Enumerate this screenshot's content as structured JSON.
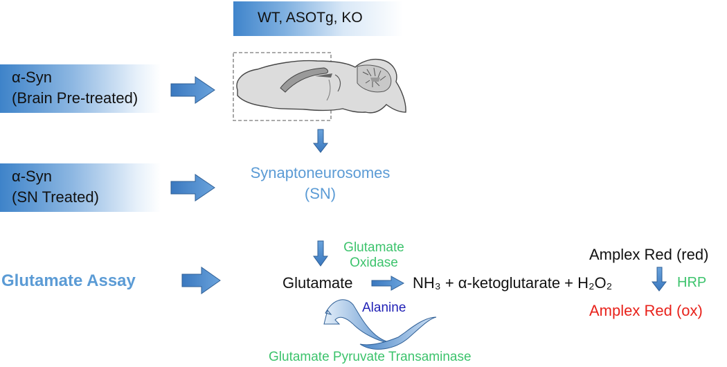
{
  "header": {
    "label": "WT, ASOTg, KO"
  },
  "rows": {
    "brain_pretreated": {
      "line1": "α-Syn",
      "line2": "(Brain Pre-treated)"
    },
    "sn_treated": {
      "line1": "α-Syn",
      "line2": "(SN Treated)"
    },
    "assay": {
      "label": "Glutamate Assay"
    }
  },
  "synaptoneurosomes": {
    "line1": "Synaptoneurosomes",
    "line2": "(SN)"
  },
  "reaction": {
    "enzyme_line1": "Glutamate",
    "enzyme_line2": "Oxidase",
    "substrate": "Glutamate",
    "products": "NH₃ + α-ketoglutarate + H₂O₂",
    "alanine": "Alanine",
    "transaminase": "Glutamate Pyruvate Transaminase",
    "amplex_red": "Amplex Red (red)",
    "hrp": "HRP",
    "amplex_ox": "Amplex Red (ox)"
  },
  "colors": {
    "arrow_blue": "#4a86c8",
    "label_blue": "#5b9bd5",
    "enzyme_green": "#3cc36c",
    "alanine_blue": "#1f1fb5",
    "ox_red": "#e8221b"
  }
}
